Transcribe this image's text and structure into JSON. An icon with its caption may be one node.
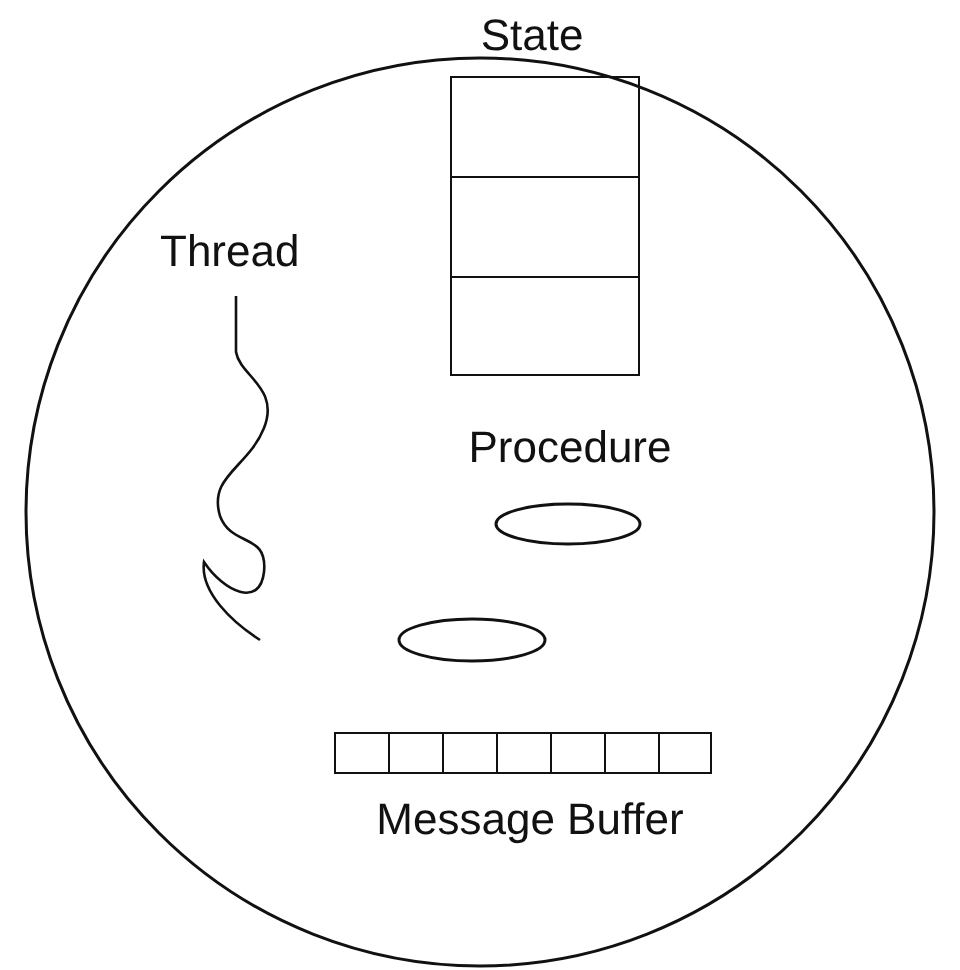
{
  "diagram": {
    "nodes": [
      {
        "text": [],
        "shape": "circle"
      },
      {
        "text": [
          "State"
        ],
        "in": 0
      },
      {
        "text": [
          "Procedure"
        ],
        "in": 0
      },
      {
        "text": [],
        "shape": "ellipse",
        "in": 0
      },
      {
        "text": [
          "Message Buffer"
        ],
        "in": 0
      }
    ],
    "labels": [
      "Thread"
    ]
  }
}
